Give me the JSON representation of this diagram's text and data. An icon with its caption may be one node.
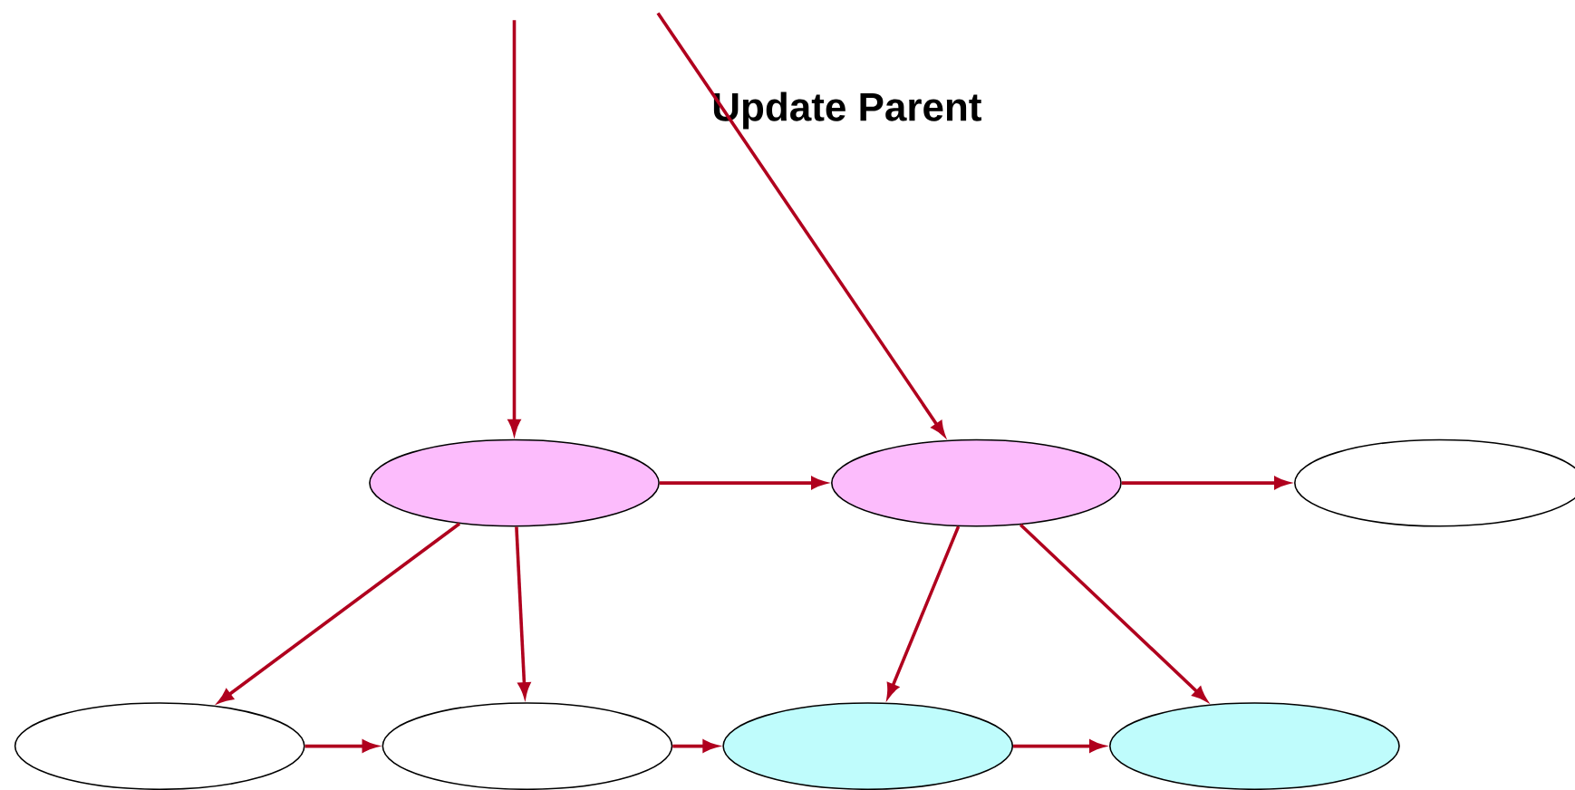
{
  "diagram": {
    "nodes": [
      {
        "text": [],
        "shape": "ellipse"
      },
      {
        "text": [],
        "shape": "ellipse"
      },
      {
        "text": [],
        "shape": "ellipse"
      },
      {
        "text": [],
        "shape": "ellipse"
      },
      {
        "text": [],
        "shape": "ellipse"
      },
      {
        "text": [],
        "shape": "ellipse"
      },
      {
        "text": [],
        "shape": "ellipse"
      }
    ],
    "edges": [
      {
        "from": null,
        "to": 0,
        "arrow": "to"
      },
      {
        "from": null,
        "to": 1,
        "arrow": "to"
      },
      {
        "from": 0,
        "to": 1,
        "arrow": "to"
      },
      {
        "from": 1,
        "to": 2,
        "arrow": "to"
      },
      {
        "from": 0,
        "to": 3,
        "arrow": "to"
      },
      {
        "from": 0,
        "to": 4,
        "arrow": "to"
      },
      {
        "from": 1,
        "to": 5,
        "arrow": "to"
      },
      {
        "from": 1,
        "to": 6,
        "arrow": "to"
      },
      {
        "from": 3,
        "to": 4,
        "arrow": "to"
      },
      {
        "from": 4,
        "to": 5,
        "arrow": "to"
      },
      {
        "from": 5,
        "to": 6,
        "arrow": "to"
      }
    ],
    "labels": [
      "Update Parent"
    ]
  }
}
